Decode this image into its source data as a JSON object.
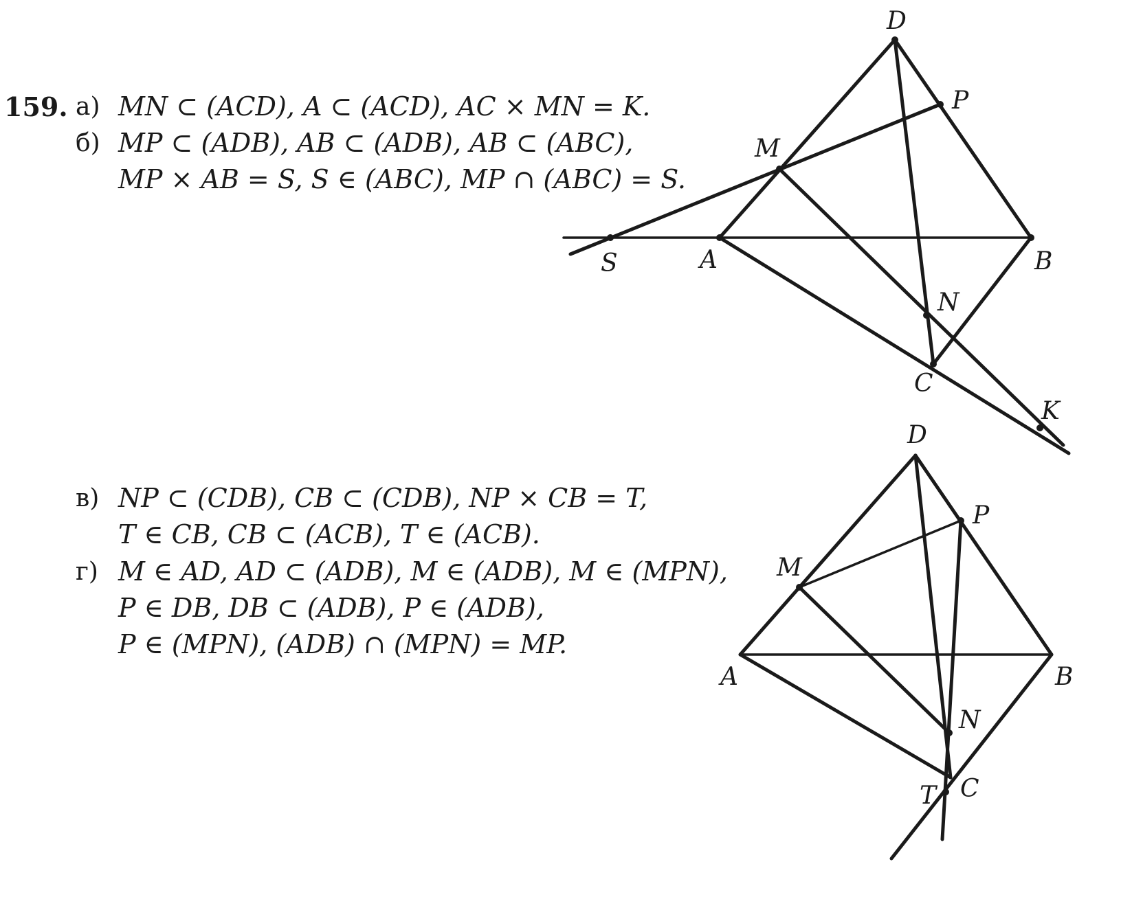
{
  "problem": {
    "number": "159.",
    "parts": [
      {
        "marker": "а)",
        "lines": [
          "MN ⊂ (ACD), A ⊂ (ACD), AC × MN = K."
        ]
      },
      {
        "marker": "б)",
        "lines": [
          "MP ⊂ (ADB), AB ⊂ (ADB), AB ⊂ (ABC),",
          "MP × AB = S, S ∈ (ABC), MP ∩ (ABC) = S."
        ]
      },
      {
        "marker": "в)",
        "lines": [
          "NP ⊂ (CDB), CB ⊂ (CDB), NP × CB = T,",
          "T ∈ CB, CB ⊂ (ACB), T ∈ (ACB)."
        ]
      },
      {
        "marker": "г)",
        "lines": [
          "M ∈ AD, AD ⊂ (ADB), M ∈ (ADB), M ∈ (MPN),",
          "P ∈ DB, DB ⊂ (ADB), P ∈ (ADB),",
          "P ∈ (MPN), (ADB) ∩ (MPN) = MP."
        ]
      }
    ]
  },
  "figure1": {
    "labels": {
      "D": "D",
      "P": "P",
      "M": "M",
      "S": "S",
      "A": "A",
      "B": "B",
      "N": "N",
      "C": "C",
      "K": "K"
    }
  },
  "figure2": {
    "labels": {
      "D": "D",
      "P": "P",
      "M": "M",
      "A": "A",
      "B": "B",
      "N": "N",
      "T": "T",
      "C": "C"
    }
  }
}
